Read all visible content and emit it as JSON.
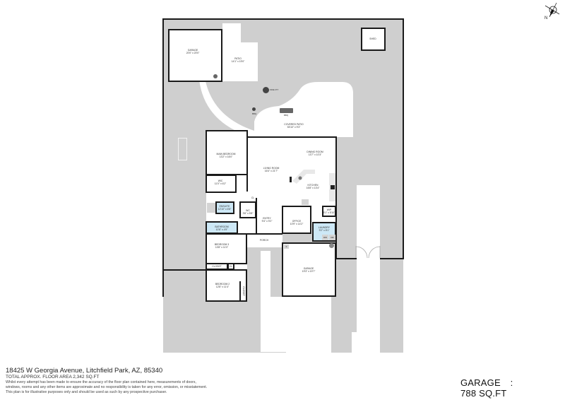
{
  "plan": {
    "address": "18425 W Georgia Avenue, Litchfield Park, AZ, 85340",
    "total_area": "TOTAL APPROX. FLOOR AREA 2,342 SQ.FT",
    "disclaimer_lines": [
      "Whilst every attempt has been made to ensure the accuracy of the floor plan contained here, measurements of doors,",
      "windows, rooms and any other items are approximate and no responsibility is taken for any error, omission, or misstatement.",
      "This plan is for illustrative purposes only and should be used as such by any prospective purchaser."
    ],
    "garage_summary": {
      "label": "GARAGE",
      "separator": ":",
      "value": "788 SQ.FT"
    },
    "compass": {
      "label": "N"
    }
  },
  "rooms": {
    "detached_garage": {
      "name": "GARAGE",
      "dims": "20'0\" x 20'0\""
    },
    "patio": {
      "name": "PATIO",
      "dims": "14'1\" x 19'0\""
    },
    "shed": {
      "name": "SHED"
    },
    "fire_pit": {
      "name": "FIRE PIT"
    },
    "bbq1": {
      "name": "BBQ"
    },
    "bbq2": {
      "name": "BBQ"
    },
    "covered_patio": {
      "name": "COVERED PATIO",
      "dims": "53'10\" x 9'3\""
    },
    "main_bedroom": {
      "name": "MAIN BEDROOM",
      "dims": "13'2\" x 16'0\""
    },
    "wic": {
      "name": "WIC",
      "dims": "11'0\" x 6'2\""
    },
    "ensuite": {
      "name": "ENSUITE",
      "dims": "12'10\" x 6'8\""
    },
    "wc": {
      "name": "WC",
      "dims": "3'6\" x 5'8\""
    },
    "cl": {
      "name": "CL"
    },
    "living_room": {
      "name": "LIVING ROOM",
      "dims": "16'4\" x 21'7\""
    },
    "dining_room": {
      "name": "DINING ROOM",
      "dims": "13'7\" x 10'3\""
    },
    "kitchen": {
      "name": "KITCHEN",
      "dims": "16'8\" x 13'4\""
    },
    "wip": {
      "name": "WIP",
      "dims": "5'1\" x 5'10\""
    },
    "entry": {
      "name": "ENTRY",
      "dims": "9'4\" x 9'2\""
    },
    "office": {
      "name": "OFFICE",
      "dims": "10'9\" x 14'2\""
    },
    "laundry": {
      "name": "LAUNDRY",
      "dims": "9'2\" x 8'1\"",
      "appliances": [
        "DW",
        "DR"
      ]
    },
    "bathroom": {
      "name": "BATHROOM",
      "dims": "10'8\" x 4'9\""
    },
    "bedroom3": {
      "name": "BEDROOM 3",
      "dims": "10'8\" x 11'0\""
    },
    "closet": {
      "name": "CLOSET"
    },
    "cl2": {
      "name": "CL"
    },
    "bedroom2": {
      "name": "BEDROOM 2",
      "dims": "12'8\" x 11'4\""
    },
    "closet2": {
      "name": "CLOSET"
    },
    "porch": {
      "name": "PORCH"
    },
    "garage": {
      "name": "GARAGE",
      "dims": "19'3\" x 19'7\""
    },
    "garage_f": {
      "name": "F"
    },
    "garage_wh": {
      "name": "WH"
    }
  }
}
